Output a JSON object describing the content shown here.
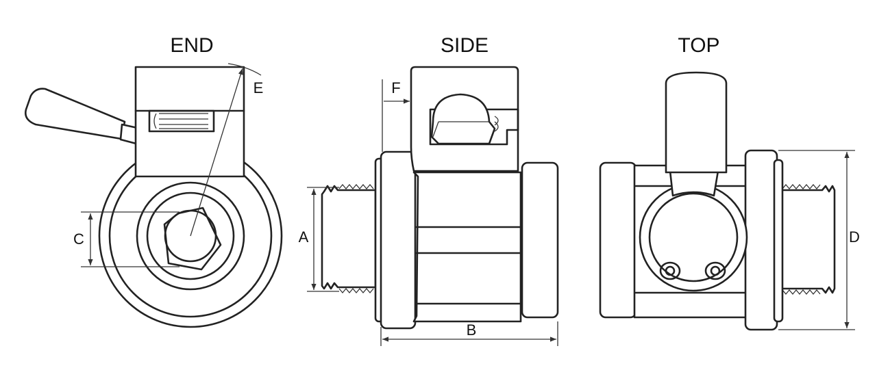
{
  "views": {
    "end": {
      "title": "END"
    },
    "side": {
      "title": "SIDE"
    },
    "top": {
      "title": "TOP"
    }
  },
  "dimensions": {
    "a": "A",
    "b": "B",
    "c": "C",
    "d": "D",
    "e": "E",
    "f": "F"
  },
  "colors": {
    "line": "#222222",
    "background": "#ffffff"
  }
}
